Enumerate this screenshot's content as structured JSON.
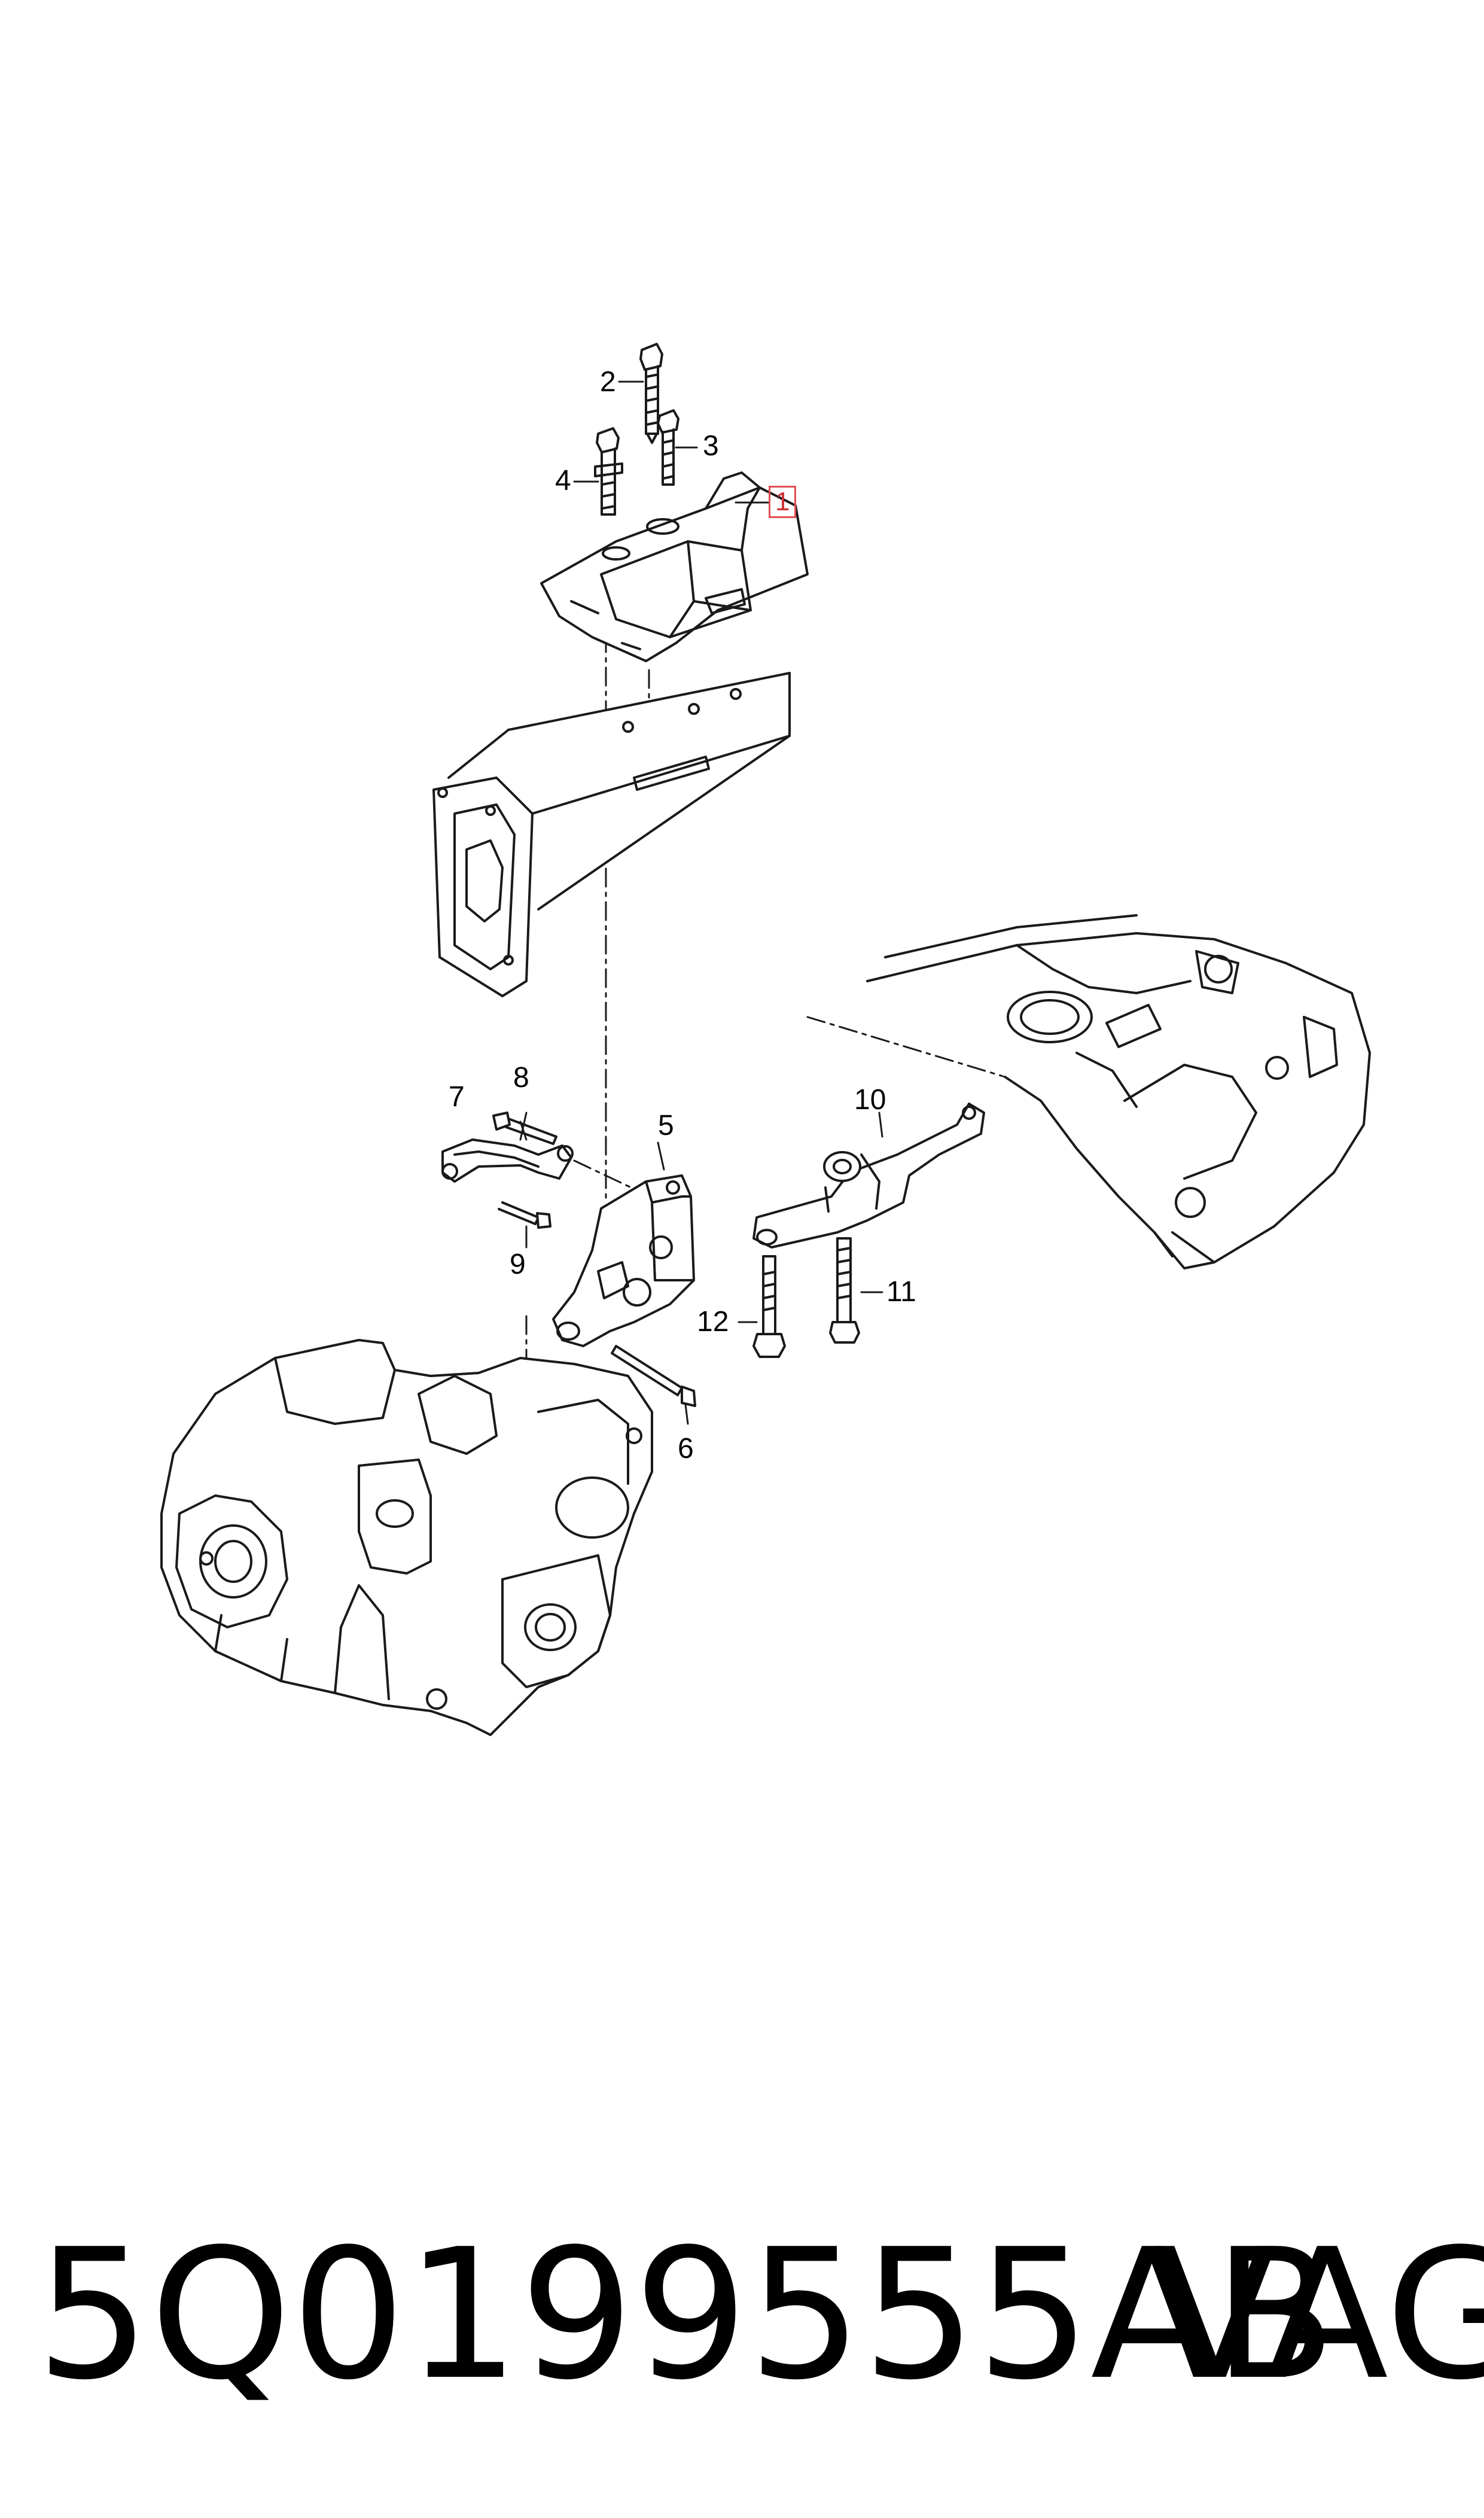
{
  "callouts": {
    "c1": "1",
    "c2": "2",
    "c3": "3",
    "c4": "4",
    "c5": "5",
    "c6": "6",
    "c7": "7",
    "c8": "8",
    "c9": "9",
    "c10": "10",
    "c11": "11",
    "c12": "12"
  },
  "highlight_color": "#e05050",
  "footer": {
    "part_number": "5Q0199555AB",
    "brand": "VAG"
  }
}
